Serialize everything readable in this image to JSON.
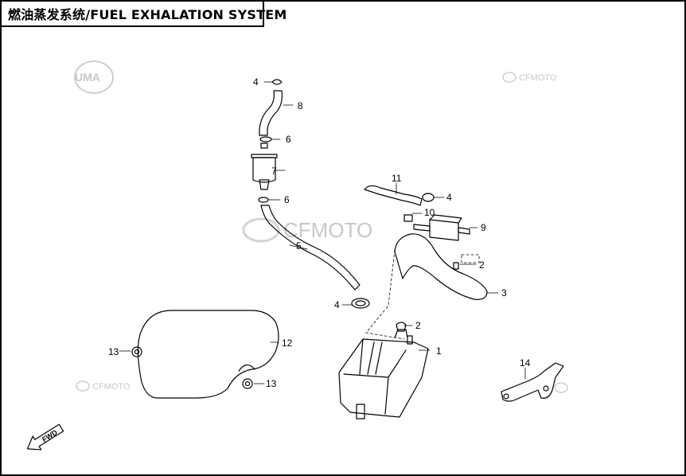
{
  "title": "燃油蒸发系统/FUEL EXHALATION SYSTEM",
  "watermarks": {
    "uma": "UMA",
    "cfmoto_small": "CFMOTO",
    "cfmoto_large": "CFMOTO"
  },
  "callouts": {
    "p1": "1",
    "p2a": "2",
    "p2b": "2",
    "p3": "3",
    "p4a": "4",
    "p4b": "4",
    "p4c": "4",
    "p5": "5",
    "p6a": "6",
    "p6b": "6",
    "p7": "7",
    "p8": "8",
    "p9": "9",
    "p10": "10",
    "p11": "11",
    "p12": "12",
    "p13a": "13",
    "p13b": "13",
    "p14": "14"
  },
  "fwd": "FWD",
  "colors": {
    "line": "#000000",
    "watermark": "#c8c8c8",
    "background": "#ffffff"
  }
}
